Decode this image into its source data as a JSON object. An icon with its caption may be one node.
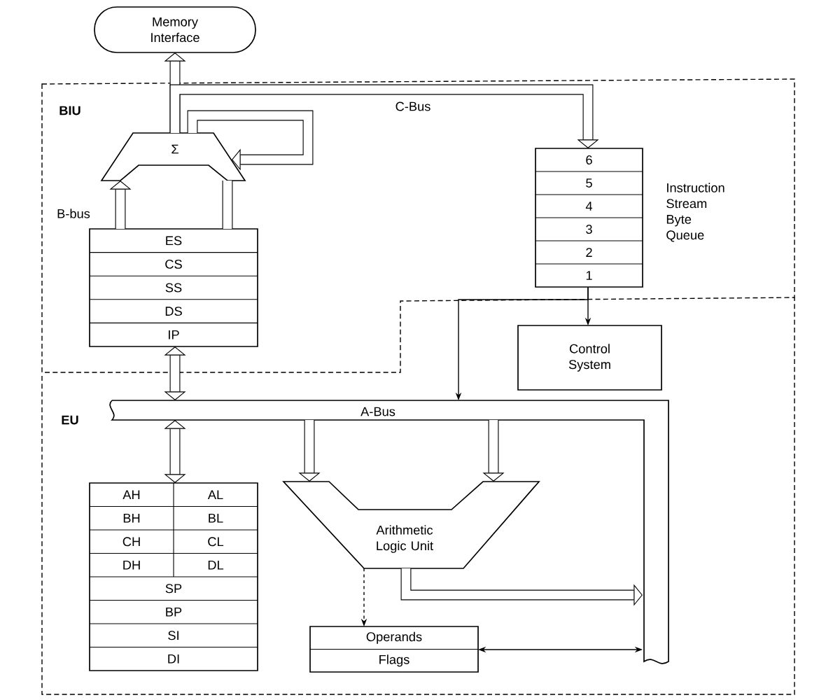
{
  "diagram": {
    "nodes": [
      {
        "text": [
          "Memory Interface"
        ]
      },
      {
        "text": [
          "BIU"
        ]
      },
      {
        "text": [
          "EU"
        ]
      },
      {
        "text": [
          "Σ"
        ],
        "in": 1
      },
      {
        "text": [
          "ES",
          "CS",
          "SS",
          "DS",
          "IP"
        ],
        "in": 1
      },
      {
        "text": [
          "6",
          "5",
          "4",
          "3",
          "2",
          "1"
        ],
        "beside": [
          "Instruction Stream Byte Queue"
        ],
        "in": 1
      },
      {
        "text": [
          "Control System"
        ],
        "in": 2
      },
      {
        "text": [
          "A-Bus"
        ],
        "in": 2
      },
      {
        "text": [
          "AH",
          "AL",
          "BH",
          "BL",
          "CH",
          "CL",
          "DH",
          "DL",
          "SP",
          "BP",
          "SI",
          "DI"
        ],
        "in": 2
      },
      {
        "text": [
          "Arithmetic Logic Unit"
        ],
        "in": 2
      },
      {
        "text": [
          "Operands",
          "Flags"
        ],
        "in": 2
      }
    ],
    "edges": [
      {
        "from": 3,
        "to": 0,
        "arrow": "to"
      },
      {
        "from": 3,
        "to": 5,
        "arrow": "to",
        "label": "C-Bus"
      },
      {
        "from": 3,
        "to": 3,
        "arrow": "to"
      },
      {
        "from": 4,
        "to": 3,
        "arrow": "to",
        "label": "B-bus"
      },
      {
        "from": 4,
        "to": 3,
        "arrow": "none"
      },
      {
        "from": 5,
        "to": 6,
        "arrow": "to"
      },
      {
        "from": 5,
        "to": 7,
        "arrow": "to"
      },
      {
        "from": 4,
        "to": 7,
        "arrow": "both"
      },
      {
        "from": 7,
        "to": 8,
        "arrow": "both"
      },
      {
        "from": 7,
        "to": 9,
        "arrow": "to"
      },
      {
        "from": 7,
        "to": 9,
        "arrow": "to"
      },
      {
        "from": 9,
        "to": 7,
        "arrow": "to"
      },
      {
        "from": 9,
        "to": 10,
        "arrow": "to",
        "style": "dashed"
      },
      {
        "from": 10,
        "to": 7,
        "arrow": "both"
      }
    ]
  }
}
